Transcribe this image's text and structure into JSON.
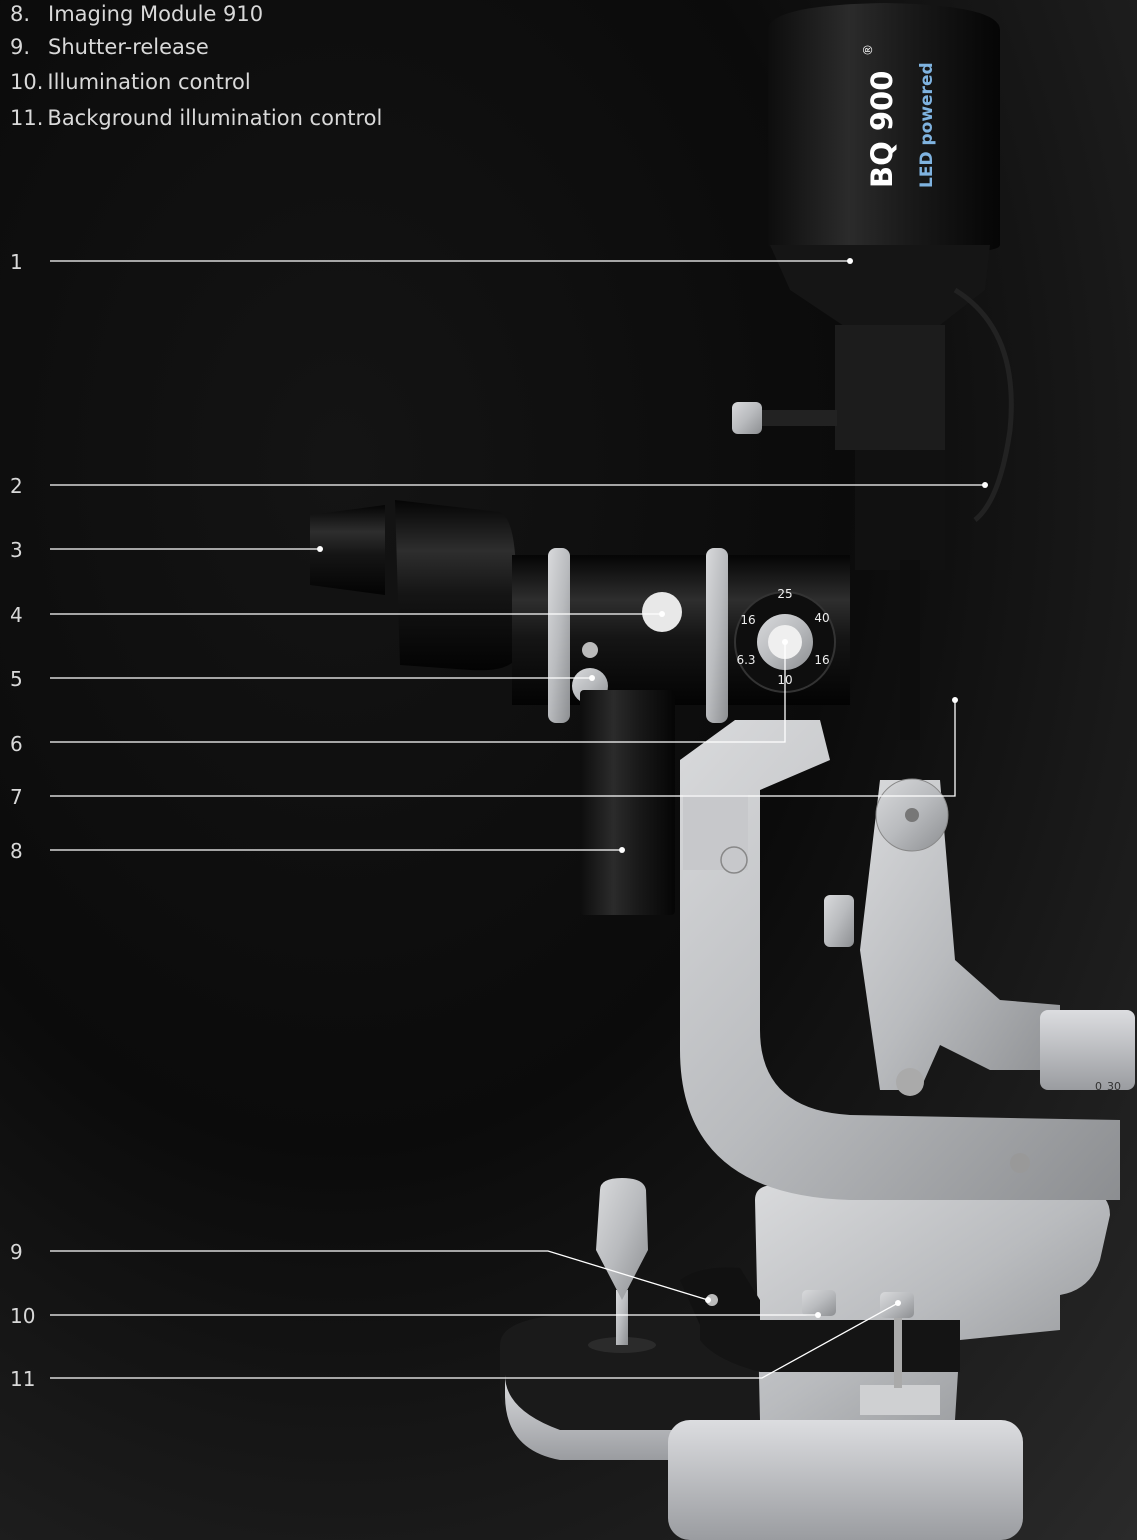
{
  "legend": [
    {
      "num": "8.",
      "label": "Imaging Module 910"
    },
    {
      "num": "9.",
      "label": "Shutter-release"
    },
    {
      "num": "10.",
      "label": "Illumination control"
    },
    {
      "num": "11.",
      "label": "Background illumination control"
    }
  ],
  "callouts": [
    "1",
    "2",
    "3",
    "4",
    "5",
    "6",
    "7",
    "8",
    "9",
    "10",
    "11"
  ],
  "device": {
    "brand": "BQ 900",
    "reg_mark": "®",
    "subtitle": "LED powered",
    "dial_numbers": [
      "25",
      "40",
      "16",
      "10",
      "6.3",
      "16"
    ],
    "scale_numbers": [
      "0",
      "30"
    ]
  },
  "colors": {
    "line": "#ffffff",
    "brand_text": "#ffffff",
    "subtitle_text": "#7fb3e0"
  }
}
